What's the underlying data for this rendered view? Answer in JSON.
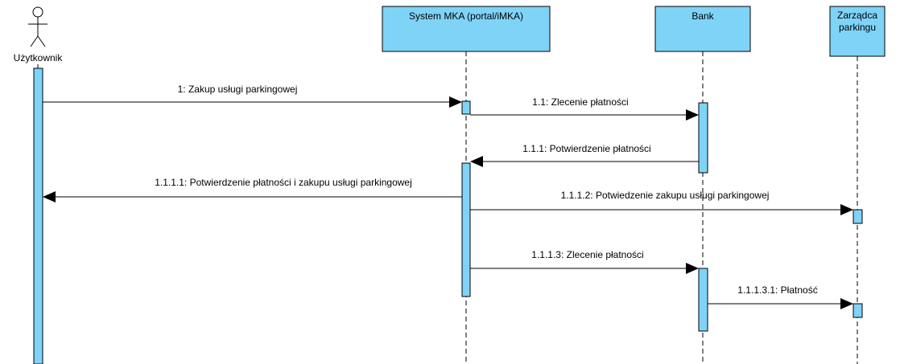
{
  "participants": {
    "user": "Użytkownik",
    "system": "System MKA (portal/iMKA)",
    "bank": "Bank",
    "parking_line1": "Zarządca",
    "parking_line2": "parkingu"
  },
  "messages": {
    "m1": "1: Zakup usługi parkingowej",
    "m11": "1.1: Zlecenie płatności",
    "m111": "1.1.1: Potwierdzenie płatności",
    "m1111": "1.1.1.1: Potwierdzenie płatności i zakupu usługi parkingowej",
    "m1112": "1.1.1.2: Potwiedzenie zakupu usługi parkingowej",
    "m1113": "1.1.1.3: Zlecenie płatności",
    "m11131": "1.1.1.3.1: Płatność"
  },
  "colors": {
    "box_fill": "#7fd3f7",
    "line": "#000000"
  }
}
